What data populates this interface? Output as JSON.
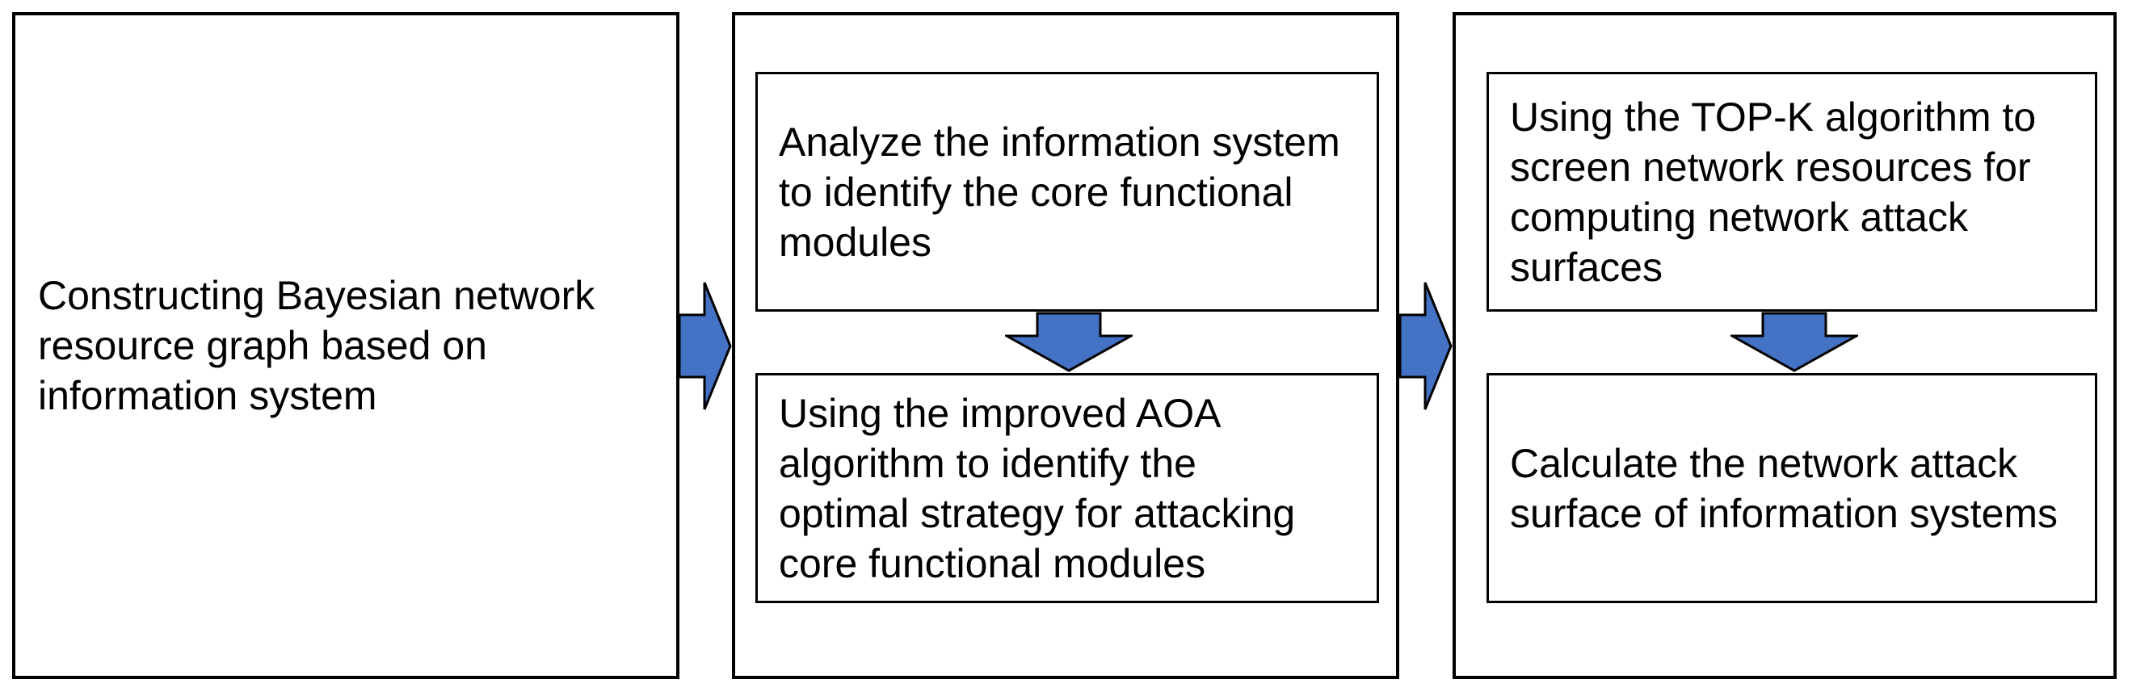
{
  "flowchart": {
    "stage1": {
      "text": "Constructing Bayesian network\nresource graph based on\ninformation system"
    },
    "stage2": {
      "step1": "Analyze the information system\nto identify the core functional\nmodules",
      "step2": "Using the improved AOA\nalgorithm to identify the\noptimal strategy for attacking\ncore functional modules"
    },
    "stage3": {
      "step1": "Using the TOP-K algorithm to\nscreen network resources for\ncomputing network attack\nsurfaces",
      "step2": "Calculate the network attack\nsurface of information systems"
    },
    "colors": {
      "arrow_fill": "#4472C4",
      "arrow_outline": "#000000",
      "box_border": "#000000",
      "text_color": "#000000",
      "background": "#FFFFFF"
    }
  }
}
